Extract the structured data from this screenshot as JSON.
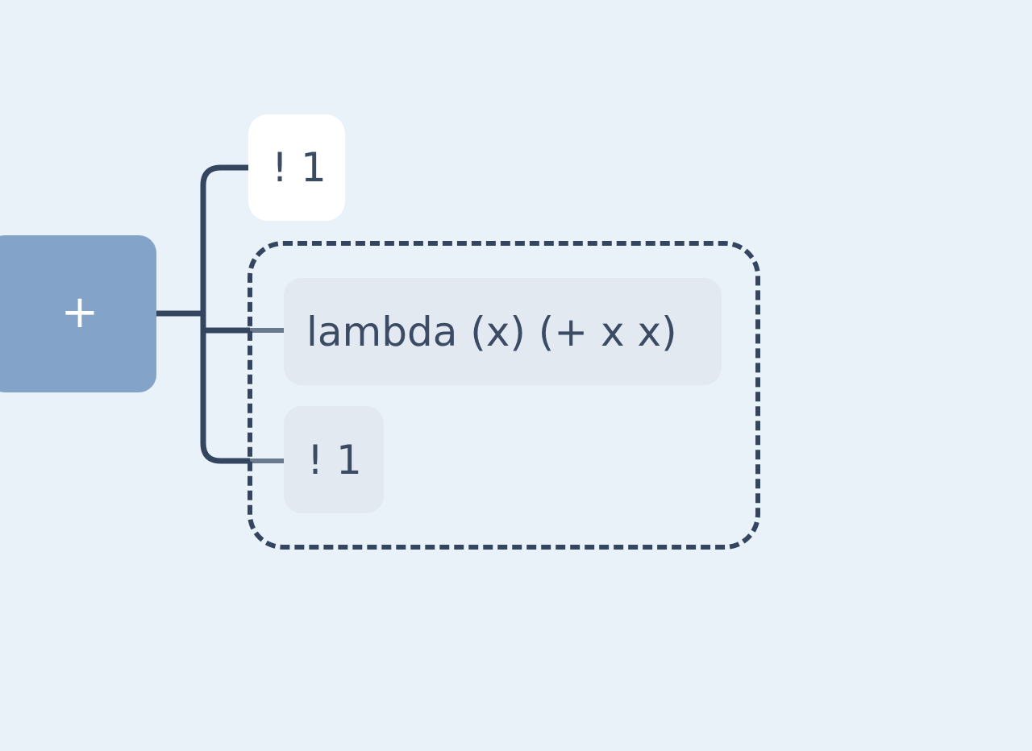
{
  "root": {
    "label": "+"
  },
  "children": [
    {
      "label": "! 1"
    },
    {
      "label": "lambda (x) (+ x x)"
    },
    {
      "label": "! 1"
    }
  ],
  "colors": {
    "background": "#eaf2f9",
    "root_node": "#84a3c9",
    "connector": "#34465f",
    "text": "#3a4b63",
    "selected_node": "#e2e9f1",
    "plain_node": "#ffffff"
  }
}
